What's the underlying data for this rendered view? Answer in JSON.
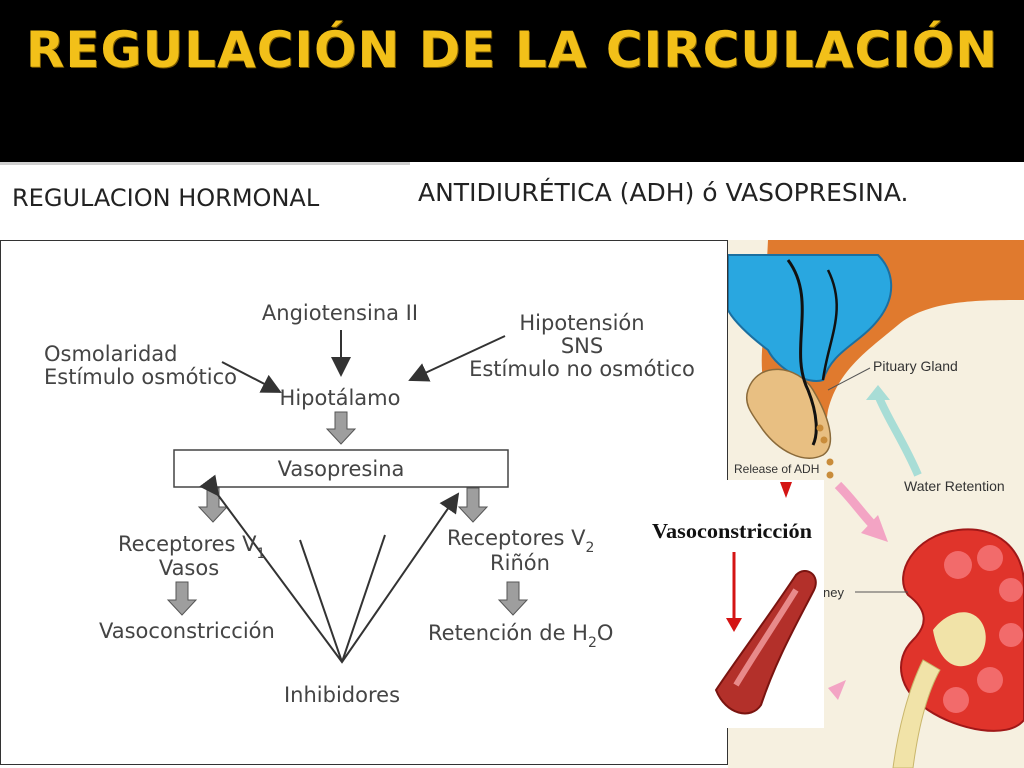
{
  "title": "REGULACIÓN DE LA CIRCULACIÓN",
  "subtitle_left": "REGULACION HORMONAL",
  "subtitle_right": "ANTIDIURÉTICA (ADH) ó VASOPRESINA.",
  "diagram": {
    "angiotensina": "Angiotensina II",
    "osmolaridad_1": "Osmolaridad",
    "osmolaridad_2": "Estímulo osmótico",
    "hipotension_1": "Hipotensión",
    "hipotension_2": "SNS",
    "hipotension_3": "Estímulo no osmótico",
    "hipotalamo": "Hipotálamo",
    "vasopresina": "Vasopresina",
    "v1_line1": "Receptores V",
    "v1_sub": "1",
    "v1_line2": "Vasos",
    "v2_line1": "Receptores V",
    "v2_sub": "2",
    "v2_line2": "Riñón",
    "vasoconstriccion": "Vasoconstricción",
    "retencion_main": "Retención de H",
    "retencion_sub": "2",
    "retencion_end": "O",
    "inhibidores": "Inhibidores"
  },
  "illustration": {
    "pituitary_label": "Pituary Gland",
    "release_label": "Release of ADH",
    "water_label": "Water Retention",
    "kidney_label": "ney",
    "inset_title": "Vasoconstricción"
  }
}
